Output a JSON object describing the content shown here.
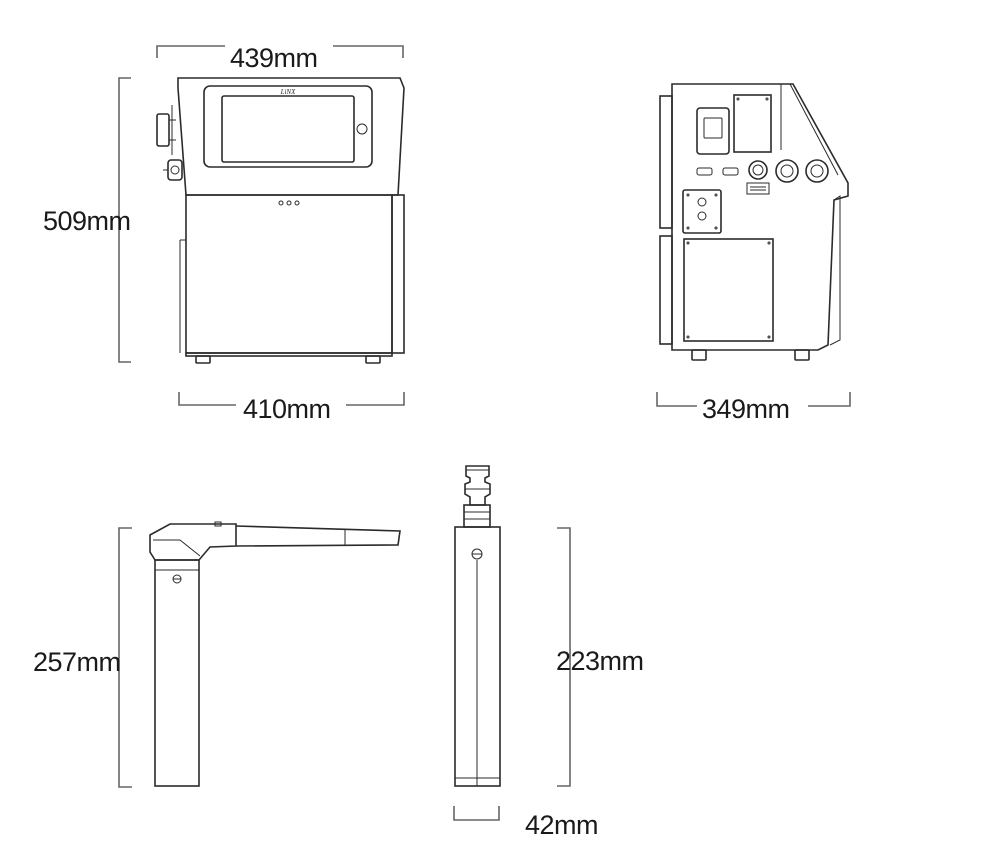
{
  "front_view": {
    "width_top": "439mm",
    "height": "509mm",
    "width_bottom": "410mm",
    "brand": "LiNX"
  },
  "side_view": {
    "depth": "349mm"
  },
  "printhead_side": {
    "height": "257mm"
  },
  "printhead_front": {
    "height": "223mm",
    "diameter": "42mm"
  },
  "colors": {
    "line": "#2b2b2b",
    "dimension": "#666666",
    "text": "#1a1a1a"
  }
}
